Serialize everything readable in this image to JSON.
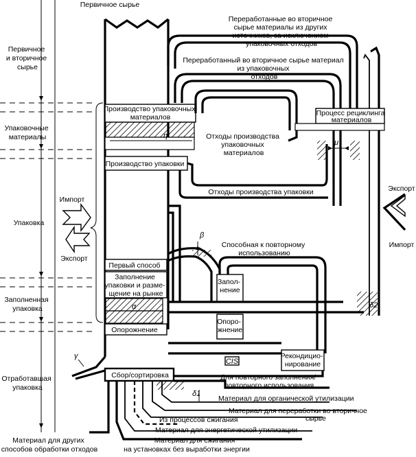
{
  "stages": {
    "primary_secondary": "Первичное и вторичное сырье",
    "packaging_materials": "Упаковочные материалы",
    "packaging": "Упаковка",
    "filled_packaging": "Заполненная упаковка",
    "used_packaging": "Отработавшая упаковка",
    "other_methods": "Материал для других способов обработки отходов"
  },
  "top": {
    "primary_raw": "Первичное сырье",
    "recycled_other": "Переработанные во вторичное сырье материалы из других источников, за исключением упаковочных отходов",
    "recycled_packaging": "Переработанный во вторичное сырье материал из упаковочных отходов"
  },
  "boxes": {
    "prod_materials": "Производство упаковочных материалов",
    "prod_packaging": "Производство упаковки",
    "filling": "Заполнение упаковки и размещение на рынке",
    "first_way": "Первый способ",
    "emptying": "Опорожнение",
    "collection": "Сбор/сортировка",
    "refill": "Заполнение",
    "empty2": "Опорожнение",
    "recondition": "Реконди­ционирование",
    "recycling_process": "Процесс рециклинга материалов",
    "cis": "CIS"
  },
  "flows": {
    "waste_materials": "Отходы производства упаковочных материалов",
    "waste_packaging": "Отходы производства упаковки",
    "reusable": "Способная к повторному использованию",
    "for_reuse": "Для повторного заполнения/ повторного использования",
    "organic": "Материал для органической утилизации",
    "recycling": "Материал для переработки во вторичное сырье",
    "incineration_from": "Из процессов сжигания",
    "energy": "Материал для энергетической утилизации",
    "incineration": "Материал для сжигания на установках без выработки энергии"
  },
  "trade": {
    "import_left": "Импорт",
    "export_left": "Экспорт",
    "export_right": "Экспорт",
    "import_right": "Импорт"
  },
  "symbols": {
    "eta": "η",
    "mu": "μ",
    "beta": "β",
    "alpha": "α",
    "gamma": "γ",
    "delta1": "δ1",
    "delta2": "δ2"
  }
}
